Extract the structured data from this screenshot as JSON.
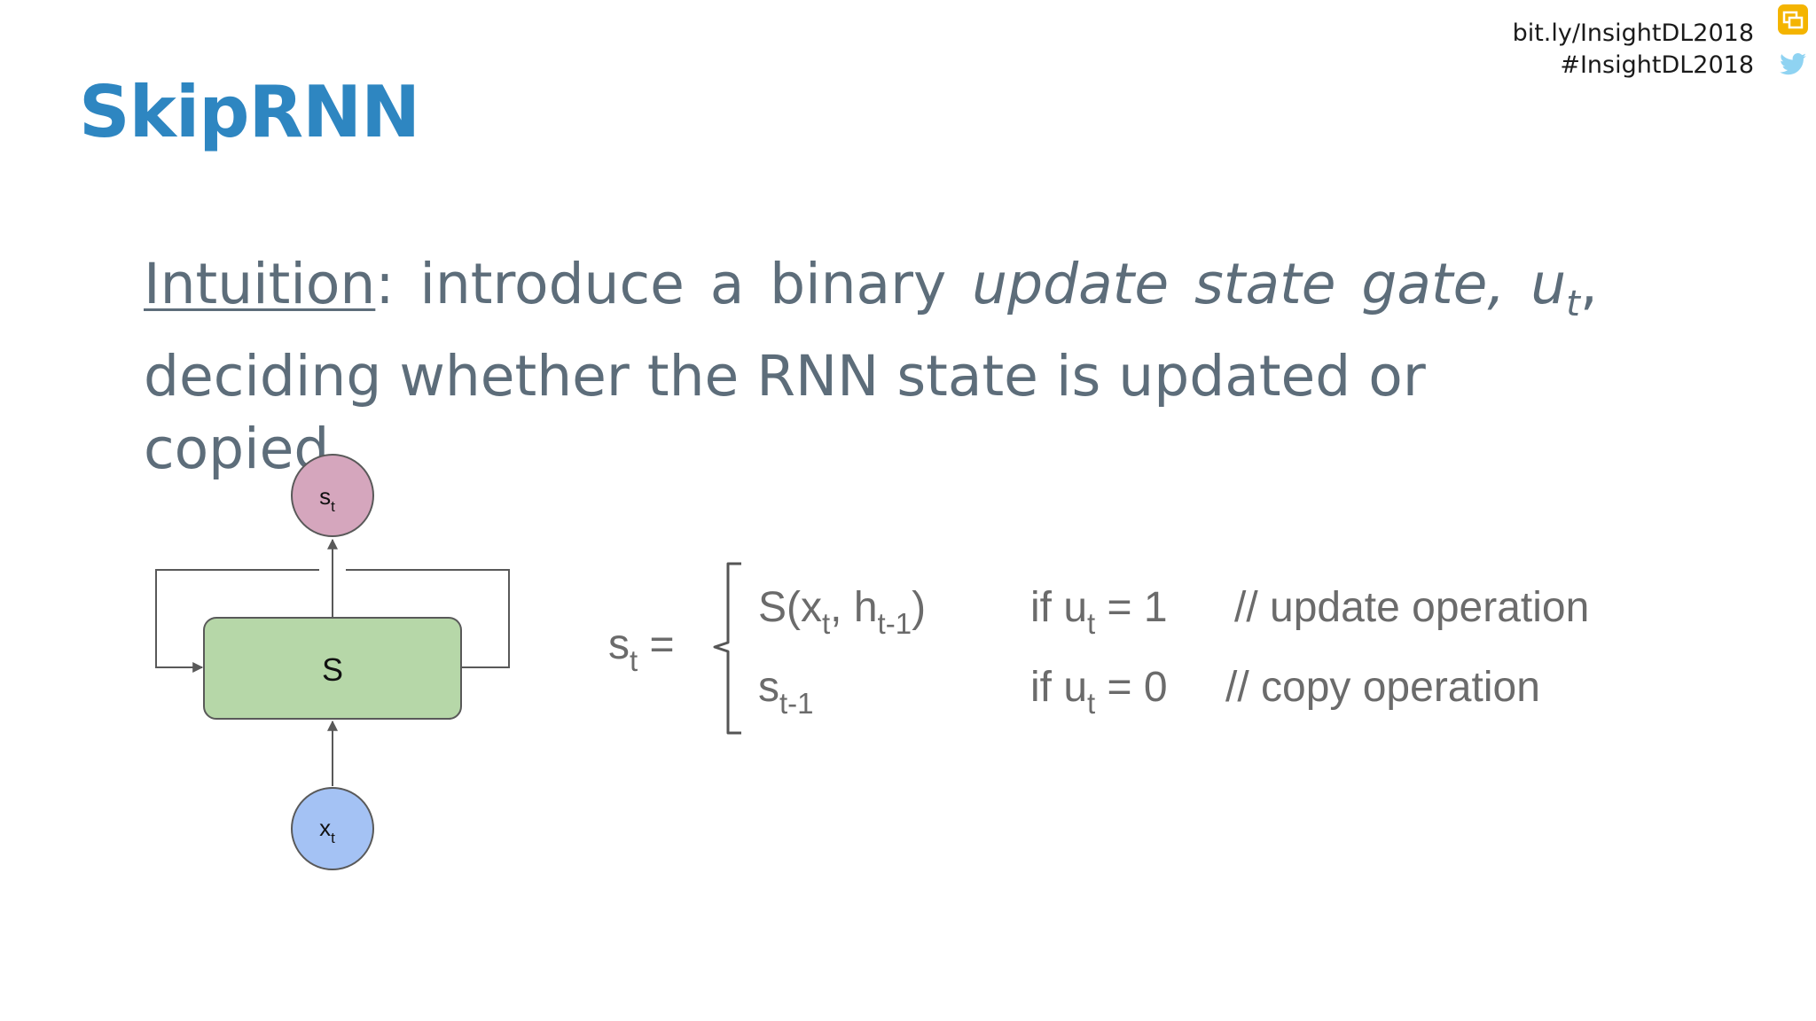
{
  "header": {
    "link": "bit.ly/InsightDL2018",
    "hashtag": "#InsightDL2018",
    "icons": [
      "slides-icon",
      "twitter-icon"
    ]
  },
  "title": "SkipRNN",
  "intuition": {
    "label": "Intuition",
    "colon": ":",
    "w_introduce": "introduce",
    "w_a": "a",
    "w_binary": "binary",
    "w_update": "update",
    "w_state": "state",
    "w_gate": "gate,",
    "gate_symbol": "u",
    "gate_sub": "t",
    "trailing_comma": ",",
    "line2": "deciding whether the RNN state is updated or copied"
  },
  "diagram": {
    "output_node": "s",
    "output_sub": "t",
    "cell_label": "S",
    "input_node": "x",
    "input_sub": "t"
  },
  "equation": {
    "lhs": "s",
    "lhs_sub": "t",
    "equals": "=",
    "case1": {
      "expr_a": "S(x",
      "expr_a_sub": "t",
      "expr_b": ", h",
      "expr_b_sub": "t-1",
      "expr_c": ")",
      "cond_a": "if u",
      "cond_sub": "t",
      "cond_b": " = 1",
      "comment": "// update operation"
    },
    "case2": {
      "expr_a": "s",
      "expr_a_sub": "t-1",
      "cond_a": "if u",
      "cond_sub": "t",
      "cond_b": " = 0",
      "comment": "// copy operation"
    }
  },
  "colors": {
    "title": "#2e86c1",
    "body_text": "#5d6d7a",
    "output_node_fill": "#d5a6bd",
    "cell_fill": "#b6d7a8",
    "input_node_fill": "#a4c2f4",
    "stroke": "#595959"
  }
}
